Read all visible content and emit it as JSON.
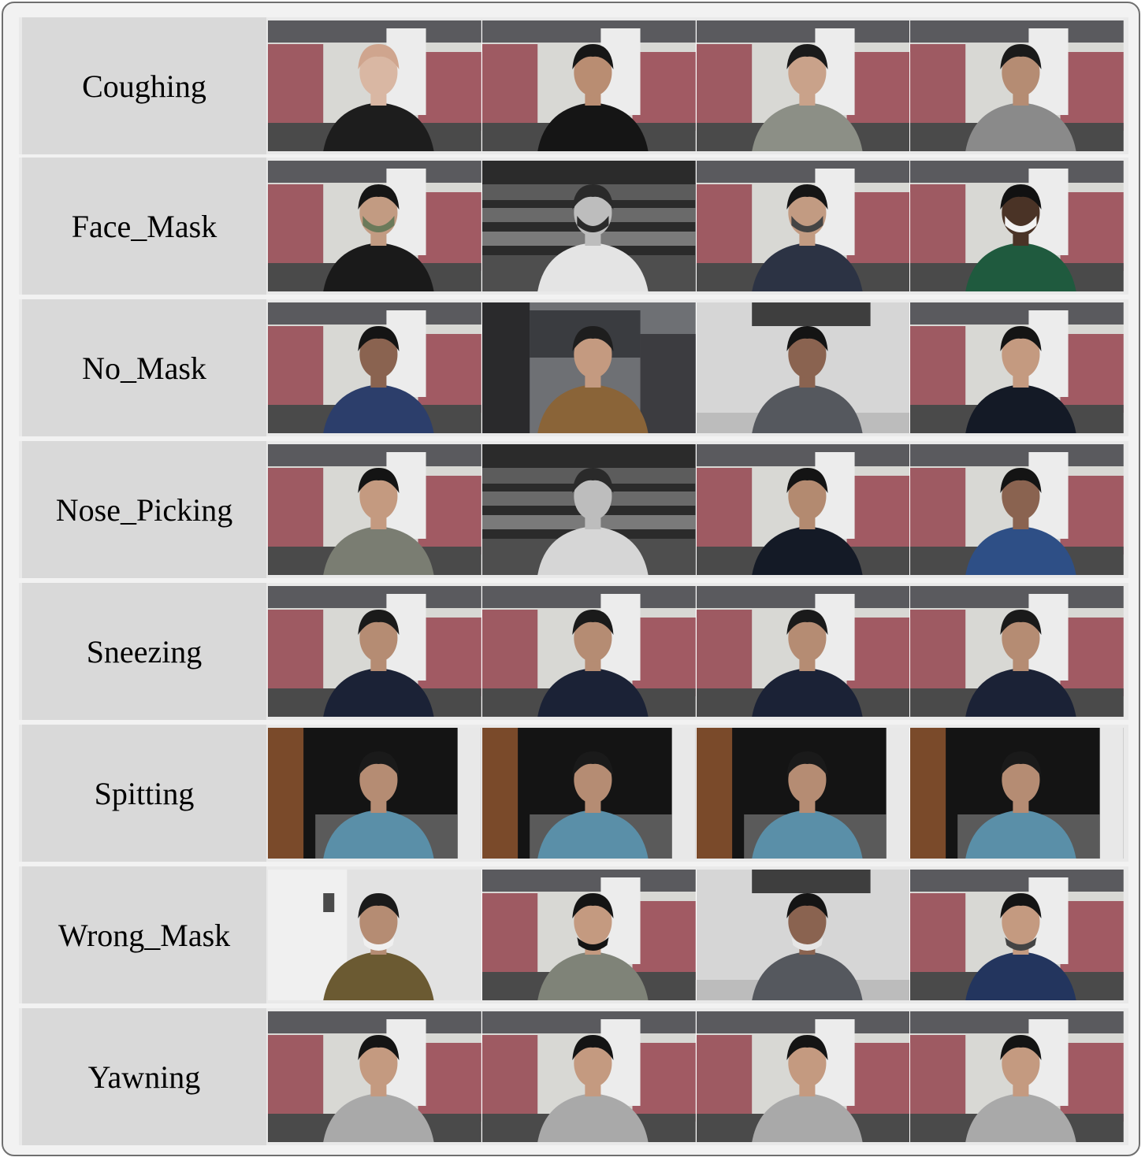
{
  "rows": [
    {
      "label": "Coughing",
      "frames": [
        {
          "bg": "office",
          "shirt": "#1d1d1d",
          "skin": "#d9b7a3",
          "hair": "#cfa58e",
          "ir": false
        },
        {
          "bg": "office",
          "shirt": "#151515",
          "skin": "#b98d72",
          "hair": "#161616",
          "ir": false
        },
        {
          "bg": "office",
          "shirt": "#8c8f86",
          "skin": "#c9a28a",
          "hair": "#1a1a1a",
          "ir": false
        },
        {
          "bg": "office",
          "shirt": "#8a8a8a",
          "skin": "#b58c73",
          "hair": "#1a1a1a",
          "ir": false
        }
      ]
    },
    {
      "label": "Face_Mask",
      "frames": [
        {
          "bg": "office",
          "shirt": "#1a1a1a",
          "skin": "#c29b82",
          "hair": "#151515",
          "ir": false,
          "mask": "#6b7a5a"
        },
        {
          "bg": "auditorium",
          "shirt": "#e4e4e4",
          "skin": "#bdbdbd",
          "hair": "#2a2a2a",
          "ir": true,
          "mask": "#2a2a2a"
        },
        {
          "bg": "office",
          "shirt": "#2c3344",
          "skin": "#c29b82",
          "hair": "#151515",
          "ir": false,
          "mask": "#444444"
        },
        {
          "bg": "office",
          "shirt": "#1f5a3e",
          "skin": "#4a3326",
          "hair": "#111111",
          "ir": false,
          "mask": "#f2f2f2"
        }
      ]
    },
    {
      "label": "No_Mask",
      "frames": [
        {
          "bg": "office",
          "shirt": "#2c3e6b",
          "skin": "#8a6350",
          "hair": "#141414",
          "ir": false
        },
        {
          "bg": "darkoffice",
          "shirt": "#8a6438",
          "skin": "#c49a80",
          "hair": "#1e1e1e",
          "ir": false
        },
        {
          "bg": "wall",
          "shirt": "#55585e",
          "skin": "#8a6350",
          "hair": "#141414",
          "ir": false
        },
        {
          "bg": "office",
          "shirt": "#141a26",
          "skin": "#c49a80",
          "hair": "#141414",
          "ir": false
        }
      ]
    },
    {
      "label": "Nose_Picking",
      "frames": [
        {
          "bg": "office",
          "shirt": "#7a7d72",
          "skin": "#c49a80",
          "hair": "#141414",
          "ir": false
        },
        {
          "bg": "auditorium",
          "shirt": "#d6d6d6",
          "skin": "#bdbdbd",
          "hair": "#2a2a2a",
          "ir": true
        },
        {
          "bg": "office",
          "shirt": "#141a26",
          "skin": "#b38a70",
          "hair": "#141414",
          "ir": false
        },
        {
          "bg": "office",
          "shirt": "#2e4f86",
          "skin": "#8a6350",
          "hair": "#141414",
          "ir": false
        }
      ]
    },
    {
      "label": "Sneezing",
      "frames": [
        {
          "bg": "office",
          "shirt": "#1b2236",
          "skin": "#b58c73",
          "hair": "#1a1a1a",
          "ir": false
        },
        {
          "bg": "office",
          "shirt": "#1b2236",
          "skin": "#b58c73",
          "hair": "#1a1a1a",
          "ir": false
        },
        {
          "bg": "office",
          "shirt": "#1b2236",
          "skin": "#b58c73",
          "hair": "#1a1a1a",
          "ir": false
        },
        {
          "bg": "office",
          "shirt": "#1b2236",
          "skin": "#b58c73",
          "hair": "#1a1a1a",
          "ir": false
        }
      ]
    },
    {
      "label": "Spitting",
      "frames": [
        {
          "bg": "night",
          "shirt": "#5a8fa8",
          "skin": "#b58c73",
          "hair": "#1a1a1a",
          "ir": false
        },
        {
          "bg": "night",
          "shirt": "#5a8fa8",
          "skin": "#b58c73",
          "hair": "#1a1a1a",
          "ir": false
        },
        {
          "bg": "night",
          "shirt": "#5a8fa8",
          "skin": "#b58c73",
          "hair": "#1a1a1a",
          "ir": false
        },
        {
          "bg": "night",
          "shirt": "#5a8fa8",
          "skin": "#b58c73",
          "hair": "#1a1a1a",
          "ir": false
        }
      ]
    },
    {
      "label": "Wrong_Mask",
      "frames": [
        {
          "bg": "door",
          "shirt": "#6b5a32",
          "skin": "#b58c73",
          "hair": "#1a1a1a",
          "ir": false,
          "lowmask": "#f0f0f0"
        },
        {
          "bg": "office",
          "shirt": "#7f8378",
          "skin": "#c49a80",
          "hair": "#141414",
          "ir": false,
          "lowmask": "#141414"
        },
        {
          "bg": "wall",
          "shirt": "#55585e",
          "skin": "#8a6350",
          "hair": "#141414",
          "ir": false,
          "lowmask": "#e6e6e6"
        },
        {
          "bg": "office",
          "shirt": "#23355e",
          "skin": "#c49a80",
          "hair": "#141414",
          "ir": false,
          "lowmask": "#444444"
        }
      ]
    },
    {
      "label": "Yawning",
      "frames": [
        {
          "bg": "office",
          "shirt": "#a9a9a9",
          "skin": "#c49a80",
          "hair": "#141414",
          "ir": false
        },
        {
          "bg": "office",
          "shirt": "#a9a9a9",
          "skin": "#c49a80",
          "hair": "#141414",
          "ir": false
        },
        {
          "bg": "office",
          "shirt": "#a9a9a9",
          "skin": "#c49a80",
          "hair": "#141414",
          "ir": false
        },
        {
          "bg": "office",
          "shirt": "#a9a9a9",
          "skin": "#c49a80",
          "hair": "#141414",
          "ir": false
        }
      ]
    }
  ]
}
